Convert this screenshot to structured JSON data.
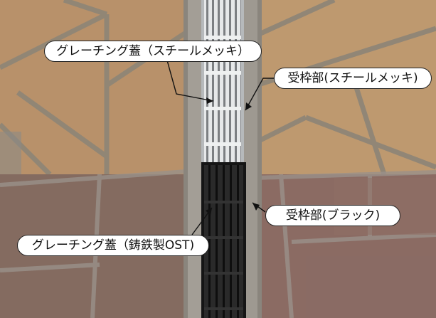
{
  "labels": {
    "cover_steel": "グレーチング蓋（スチールメッキ）",
    "frame_steel": "受枠部(スチールメッキ)",
    "frame_black": "受枠部(ブラック)",
    "cover_cast_iron": "グレーチング蓋（鋳鉄製OST)"
  },
  "colors": {
    "paving_warm": "#b89268",
    "paving_light": "#c7a47a",
    "paving_rose": "#8a6a62",
    "joint": "#8b8272",
    "steel_grating": "#d8dadb",
    "black_grating": "#1f1f1f",
    "concrete_frame": "#a7a39b"
  }
}
